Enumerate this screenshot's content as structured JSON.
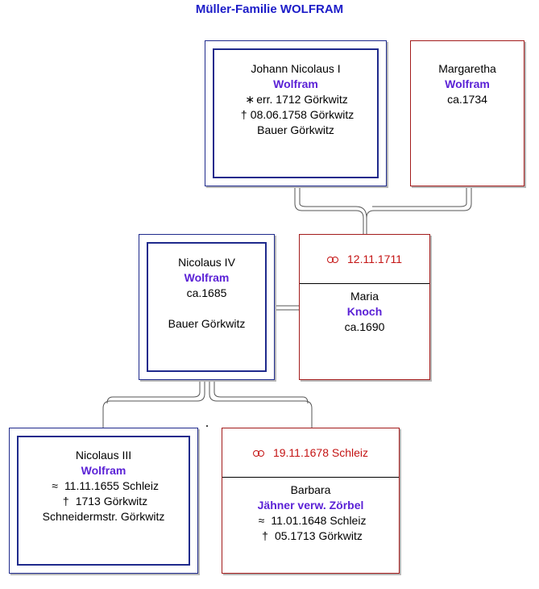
{
  "title": "Müller-Familie WOLFRAM",
  "persons": {
    "johann": {
      "given": "Johann Nicolaus I",
      "surname": "Wolfram",
      "birth": "err. 1712 Görkwitz",
      "death": "08.06.1758 Görkwitz",
      "occupation": "Bauer Görkwitz"
    },
    "margaretha": {
      "given": "Margaretha",
      "surname": "Wolfram",
      "date": "ca.1734"
    },
    "nicolaus4": {
      "given": "Nicolaus IV",
      "surname": "Wolfram",
      "date": "ca.1685",
      "occupation": "Bauer Görkwitz"
    },
    "maria": {
      "marriage": "12.11.1711",
      "given": "Maria",
      "surname": "Knoch",
      "date": "ca.1690"
    },
    "nicolaus3": {
      "given": "Nicolaus III",
      "surname": "Wolfram",
      "baptism": "11.11.1655 Schleiz",
      "death": "1713 Görkwitz",
      "occupation": "Schneidermstr. Görkwitz"
    },
    "barbara": {
      "marriage": "19.11.1678 Schleiz",
      "given": "Barbara",
      "surname": "Jähner verw. Zörbel",
      "baptism": "11.01.1648 Schleiz",
      "death": "05.1713 Görkwitz"
    }
  },
  "symbols": {
    "birth": "∗",
    "death": "†",
    "baptism": "≈"
  },
  "colors": {
    "title": "#1c1cc8",
    "surname": "#5b22d6",
    "male_border": "#1f2a8c",
    "female_border": "#a31b1b",
    "marriage": "#c41414"
  }
}
